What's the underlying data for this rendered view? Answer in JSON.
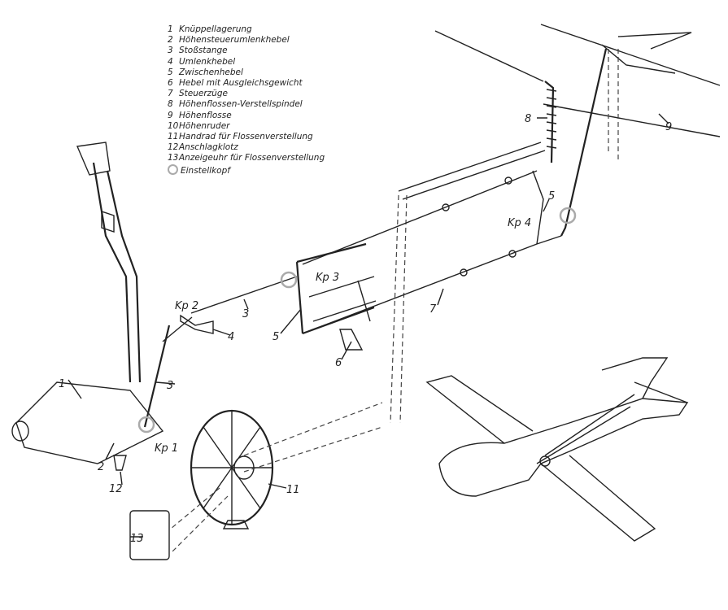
{
  "legend": {
    "items": [
      {
        "num": "1",
        "text": "Knüppellagerung"
      },
      {
        "num": "2",
        "text": "Höhensteuerumlenkhebel"
      },
      {
        "num": "3",
        "text": "Stoßstange"
      },
      {
        "num": "4",
        "text": "Umlenkhebel"
      },
      {
        "num": "5",
        "text": "Zwischenhebel"
      },
      {
        "num": "6",
        "text": "Hebel mit Ausgleichsgewicht"
      },
      {
        "num": "7",
        "text": "Steuerzüge"
      },
      {
        "num": "8",
        "text": "Höhenflossen-Verstellspindel"
      },
      {
        "num": "9",
        "text": "Höhenflosse"
      },
      {
        "num": "10",
        "text": "Höhenruder"
      },
      {
        "num": "11",
        "text": "Handrad für Flossenverstellung"
      },
      {
        "num": "12",
        "text": "Anschlagklotz"
      },
      {
        "num": "13",
        "text": "Anzeigeuhr für Flossenverstellung"
      }
    ],
    "ring_label": "Einstellkopf"
  },
  "callouts": {
    "n1": "1",
    "n2": "2",
    "n3a": "3",
    "n3b": "3",
    "n4": "4",
    "n5a": "5",
    "n5b": "5",
    "n6": "6",
    "n7": "7",
    "n8": "8",
    "n9": "9",
    "n11": "11",
    "n12": "12",
    "n13": "13",
    "kp1": "Kp 1",
    "kp2": "Kp 2",
    "kp3": "Kp 3",
    "kp4": "Kp 4"
  },
  "colors": {
    "ink": "#222222",
    "ring": "#aaaaaa"
  }
}
